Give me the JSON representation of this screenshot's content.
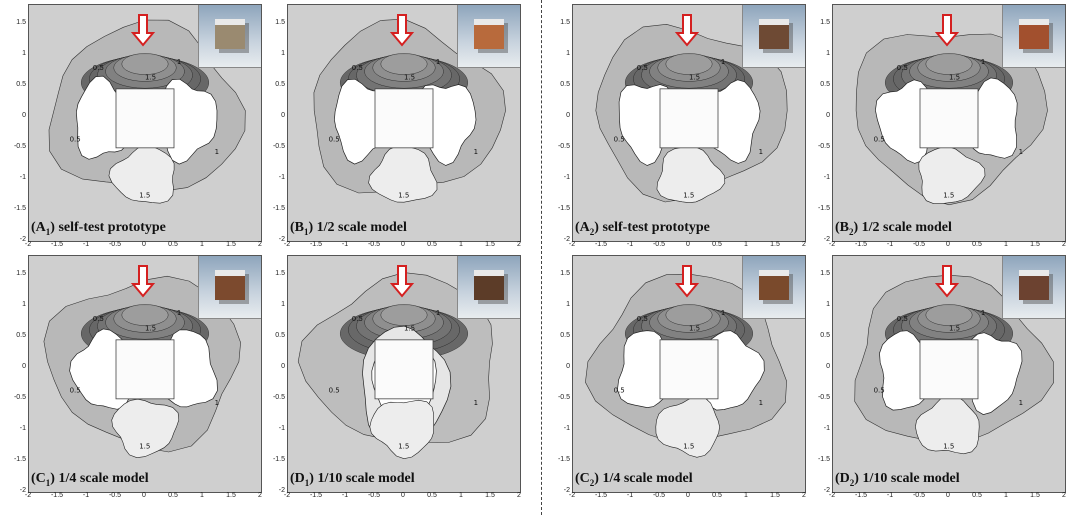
{
  "panels": [
    {
      "id": "A1",
      "letter": "A",
      "sub": "1",
      "label": "self-test prototype",
      "model_color": "#9a8a70",
      "pattern": "p1"
    },
    {
      "id": "B1",
      "letter": "B",
      "sub": "1",
      "label": "1/2 scale model",
      "model_color": "#b86a3c",
      "pattern": "p2"
    },
    {
      "id": "A2",
      "letter": "A",
      "sub": "2",
      "label": "self-test prototype",
      "model_color": "#6e4a34",
      "pattern": "p1"
    },
    {
      "id": "B2",
      "letter": "B",
      "sub": "2",
      "label": "1/2 scale model",
      "model_color": "#a2502e",
      "pattern": "p2"
    },
    {
      "id": "C1",
      "letter": "C",
      "sub": "1",
      "label": "1/4 scale model",
      "model_color": "#7c4a2e",
      "pattern": "p3"
    },
    {
      "id": "D1",
      "letter": "D",
      "sub": "1",
      "label": "1/10 scale model",
      "model_color": "#5c3c28",
      "pattern": "p4"
    },
    {
      "id": "C2",
      "letter": "C",
      "sub": "2",
      "label": "1/4 scale model",
      "model_color": "#7a4a2c",
      "pattern": "p3"
    },
    {
      "id": "D2",
      "letter": "D",
      "sub": "2",
      "label": "1/10 scale model",
      "model_color": "#6c4230",
      "pattern": "p3"
    }
  ],
  "axes": {
    "x_ticks": [
      "-2",
      "-1.5",
      "-1",
      "-0.5",
      "0",
      "0.5",
      "1",
      "1.5",
      "2"
    ],
    "y_ticks": [
      "1.5",
      "1",
      "0.5",
      "0",
      "-0.5",
      "-1",
      "-1.5",
      "-2"
    ],
    "x_range": [
      -2,
      2
    ],
    "y_range": [
      -2,
      1.8
    ]
  },
  "contour_labels": [
    "0.5",
    "1",
    "1.5"
  ],
  "colors": {
    "background_field": "#cfcfcf",
    "arrow": "#d42020",
    "contour_line": "#222222"
  }
}
